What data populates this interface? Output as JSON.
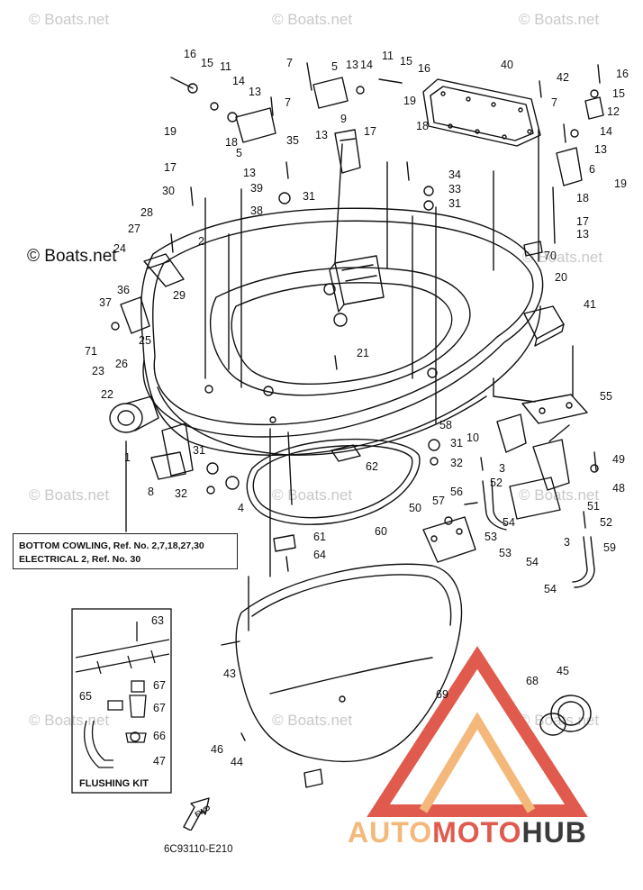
{
  "watermarks": [
    "© Boats.net",
    "© Boats.net",
    "© Boats.net",
    "© Boats.net",
    "© Boats.net",
    "© Boats.net",
    "© Boats.net",
    "© Boats.net",
    "© Boats.net",
    "© Boats.net"
  ],
  "watermark_bold": "© Boats.net",
  "callouts": [
    "16",
    "15",
    "11",
    "14",
    "13",
    "7",
    "19",
    "18",
    "5",
    "17",
    "13",
    "30",
    "39",
    "28",
    "38",
    "27",
    "24",
    "2",
    "29",
    "35",
    "31",
    "7",
    "5",
    "13",
    "14",
    "11",
    "15",
    "16",
    "19",
    "9",
    "13",
    "17",
    "18",
    "34",
    "33",
    "31",
    "40",
    "42",
    "16",
    "15",
    "12",
    "7",
    "14",
    "13",
    "6",
    "19",
    "18",
    "17",
    "13",
    "70",
    "20",
    "41",
    "37",
    "36",
    "25",
    "71",
    "26",
    "23",
    "22",
    "21",
    "1",
    "8",
    "31",
    "32",
    "4",
    "58",
    "31",
    "32",
    "62",
    "10",
    "55",
    "3",
    "52",
    "49",
    "48",
    "51",
    "56",
    "57",
    "50",
    "54",
    "53",
    "53",
    "54",
    "54",
    "3",
    "52",
    "59",
    "60",
    "61",
    "64",
    "63",
    "67",
    "65",
    "67",
    "66",
    "47",
    "43",
    "69",
    "68",
    "45",
    "46",
    "44"
  ],
  "reference_box": {
    "line1": "BOTTOM COWLING, Ref. No. 2,7,18,27,30",
    "line2": "ELECTRICAL 2, Ref. No. 30"
  },
  "flushing_kit": {
    "label": "FLUSHING KIT"
  },
  "fwd_label": "FWD",
  "diagram_code": "6C93110-E210",
  "brand": {
    "part1": "AUTO",
    "part2": "MOTO",
    "part3": "HUB"
  },
  "colors": {
    "line": "#111111",
    "watermark": "#c9c9c9",
    "brand_light": "#f4b97a",
    "brand_red": "#e05a4e",
    "brand_dark": "#3a3a3a"
  }
}
